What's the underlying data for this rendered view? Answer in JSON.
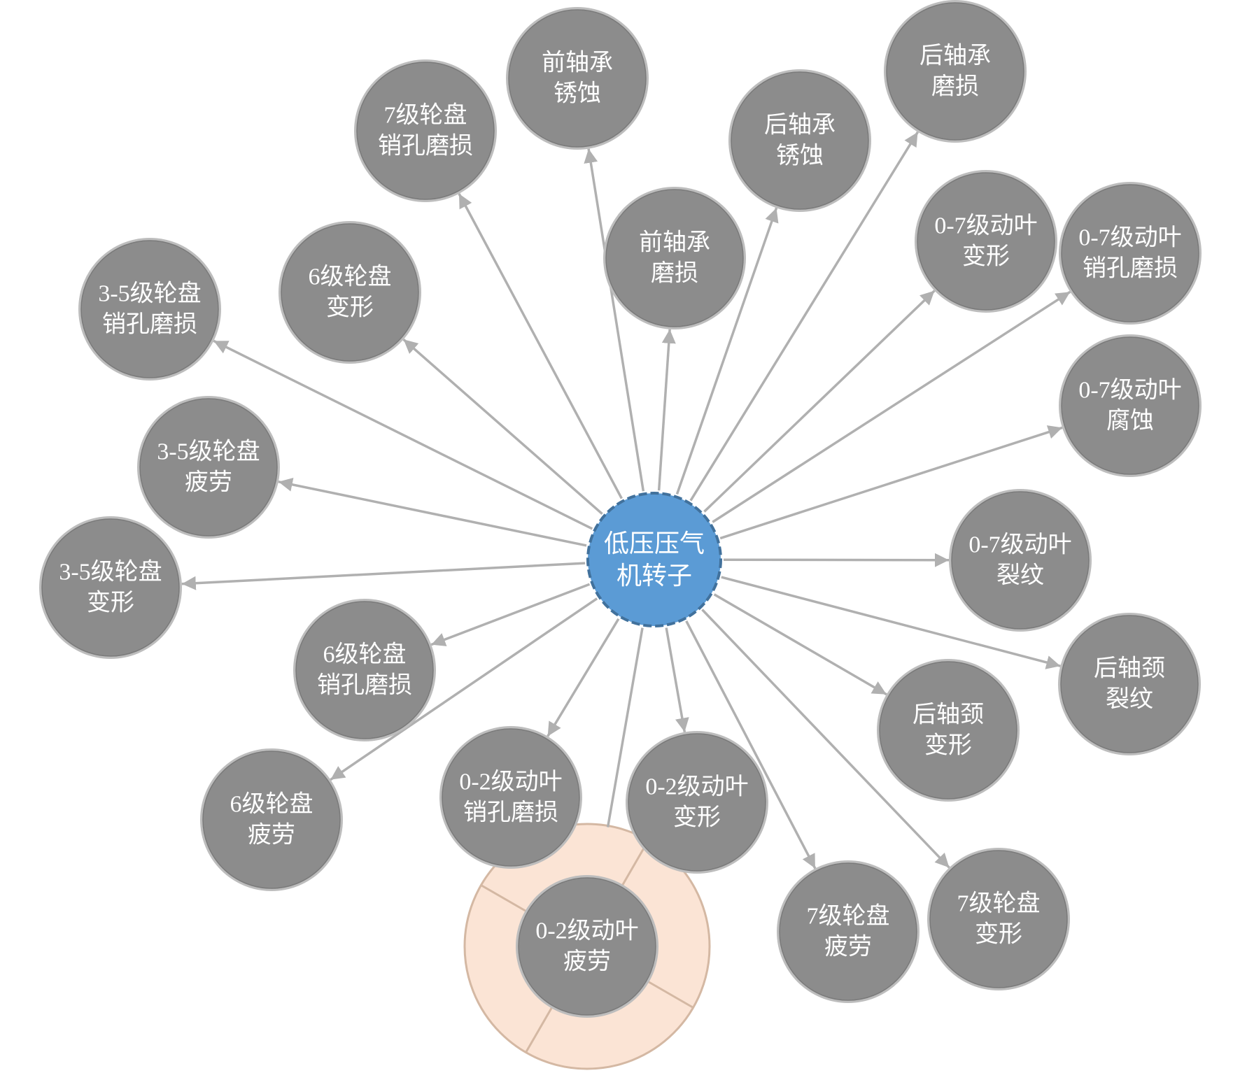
{
  "colors": {
    "background": "#ffffff",
    "edge": "#b0b0b0",
    "node_fill": "#8c8c8c",
    "node_ring": "#bdbdbd",
    "node_text": "#ffffff",
    "center_fill": "#5b9bd5",
    "center_stroke": "#41719c",
    "highlight_fill": "#fbe4d5",
    "highlight_stroke": "#d4b8a3"
  },
  "diagram": {
    "center": {
      "id": "center",
      "lines": [
        "低压压气",
        "机转子"
      ]
    },
    "nodes": [
      {
        "id": "n1",
        "lines": [
          "前轴承",
          "锈蚀"
        ]
      },
      {
        "id": "n2",
        "lines": [
          "7级轮盘",
          "销孔磨损"
        ]
      },
      {
        "id": "n3",
        "lines": [
          "后轴承",
          "磨损"
        ]
      },
      {
        "id": "n4",
        "lines": [
          "后轴承",
          "锈蚀"
        ]
      },
      {
        "id": "n5",
        "lines": [
          "前轴承",
          "磨损"
        ]
      },
      {
        "id": "n6",
        "lines": [
          "0-7级动叶",
          "变形"
        ]
      },
      {
        "id": "n7",
        "lines": [
          "0-7级动叶",
          "销孔磨损"
        ]
      },
      {
        "id": "n8",
        "lines": [
          "6级轮盘",
          "变形"
        ]
      },
      {
        "id": "n9",
        "lines": [
          "3-5级轮盘",
          "销孔磨损"
        ]
      },
      {
        "id": "n10",
        "lines": [
          "0-7级动叶",
          "腐蚀"
        ]
      },
      {
        "id": "n11",
        "lines": [
          "3-5级轮盘",
          "疲劳"
        ]
      },
      {
        "id": "n12",
        "lines": [
          "3-5级轮盘",
          "变形"
        ]
      },
      {
        "id": "n13",
        "lines": [
          "0-7级动叶",
          "裂纹"
        ]
      },
      {
        "id": "n14",
        "lines": [
          "6级轮盘",
          "销孔磨损"
        ]
      },
      {
        "id": "n15",
        "lines": [
          "后轴颈",
          "裂纹"
        ]
      },
      {
        "id": "n16",
        "lines": [
          "后轴颈",
          "变形"
        ]
      },
      {
        "id": "n17",
        "lines": [
          "0-2级动叶",
          "销孔磨损"
        ]
      },
      {
        "id": "n18",
        "lines": [
          "0-2级动叶",
          "变形"
        ]
      },
      {
        "id": "n19",
        "lines": [
          "6级轮盘",
          "疲劳"
        ]
      },
      {
        "id": "n20",
        "lines": [
          "7级轮盘",
          "疲劳"
        ]
      },
      {
        "id": "n21",
        "lines": [
          "7级轮盘",
          "变形"
        ]
      },
      {
        "id": "n22",
        "lines": [
          "0-2级动叶",
          "疲劳"
        ],
        "highlighted": true
      }
    ]
  }
}
